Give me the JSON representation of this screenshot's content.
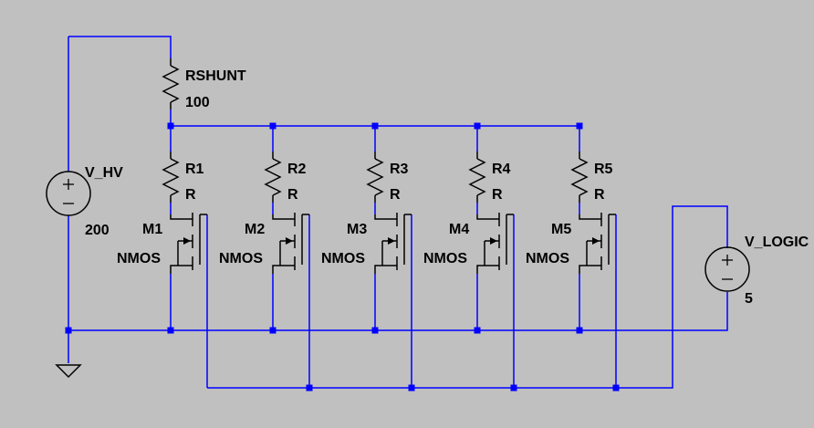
{
  "colors": {
    "background": "#c0c0c0",
    "wire": "#0000ff",
    "component": "#000000",
    "junction": "#0000ff"
  },
  "sources": {
    "hv": {
      "name": "V_HV",
      "value": "200"
    },
    "logic": {
      "name": "V_LOGIC",
      "value": "5"
    }
  },
  "shunt": {
    "name": "RSHUNT",
    "value": "100"
  },
  "stages": [
    {
      "resistor": "R1",
      "resistor_value": "R",
      "mosfet": "M1",
      "mosfet_type": "NMOS"
    },
    {
      "resistor": "R2",
      "resistor_value": "R",
      "mosfet": "M2",
      "mosfet_type": "NMOS"
    },
    {
      "resistor": "R3",
      "resistor_value": "R",
      "mosfet": "M3",
      "mosfet_type": "NMOS"
    },
    {
      "resistor": "R4",
      "resistor_value": "R",
      "mosfet": "M4",
      "mosfet_type": "NMOS"
    },
    {
      "resistor": "R5",
      "resistor_value": "R",
      "mosfet": "M5",
      "mosfet_type": "NMOS"
    }
  ],
  "icons": [
    "ground-icon",
    "dc-source-icon",
    "resistor-icon",
    "nmos-icon"
  ]
}
